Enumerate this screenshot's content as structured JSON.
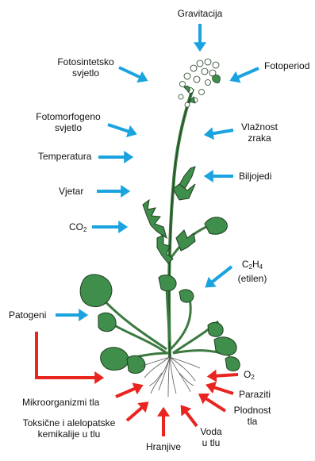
{
  "diagram": {
    "labels": {
      "gravitacija": "Gravitacija",
      "fotosintetsko_1": "Fotosintetsko",
      "fotosintetsko_2": "svjetlo",
      "fotoperiod": "Fotoperiod",
      "fotomorfogeno_1": "Fotomorfogeno",
      "fotomorfogeno_2": "svjetlo",
      "vlaznost_1": "Vlažnost",
      "vlaznost_2": "zraka",
      "temperatura": "Temperatura",
      "biljojedi": "Biljojedi",
      "vjetar": "Vjetar",
      "co2_main": "CO",
      "co2_sub": "2",
      "etilen_c": "C",
      "etilen_c_sub": "2",
      "etilen_h": "H",
      "etilen_h_sub": "4",
      "etilen_name": "(etilen)",
      "patogeni": "Patogeni",
      "o2_main": "O",
      "o2_sub": "2",
      "mikroorganizmi": "Mikroorganizmi tla",
      "paraziti": "Paraziti",
      "plodnost_1": "Plodnost",
      "plodnost_2": "tla",
      "toksicne_1": "Toksične i alelopatske",
      "toksicne_2": "kemikalije u tlu",
      "voda_1": "Voda",
      "voda_2": "u tlu",
      "hranjive": "Hranjive"
    },
    "colors": {
      "blue_arrow": "#1ba3e0",
      "red_arrow": "#e8251f",
      "leaf": "#3f8e4c",
      "leaf_dark": "#1f3f20",
      "stem": "#3c7a40",
      "flower": "#ffffff"
    }
  }
}
